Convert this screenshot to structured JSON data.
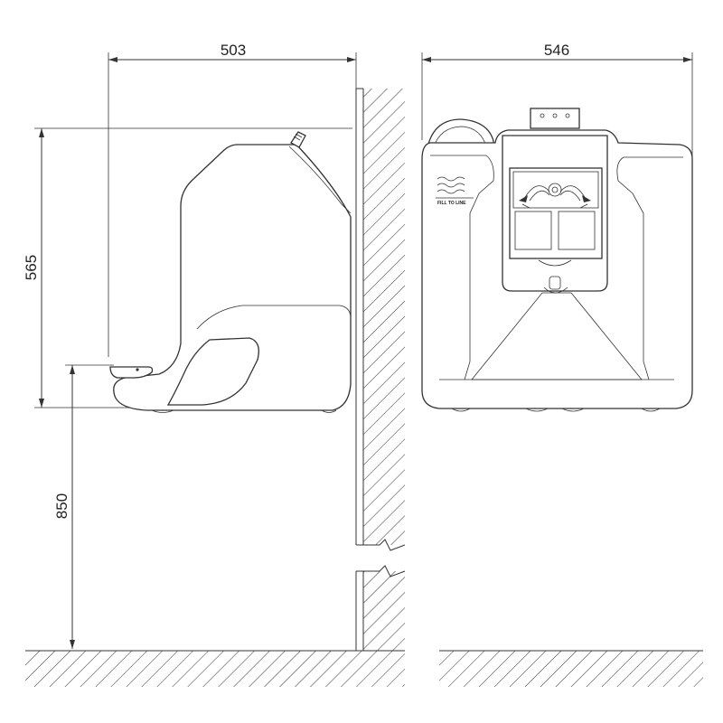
{
  "dimensions": {
    "side_width": "503",
    "side_height": "565",
    "mount_height": "850",
    "front_width": "546"
  },
  "label": {
    "fill_line": "FILL TO LINE"
  }
}
